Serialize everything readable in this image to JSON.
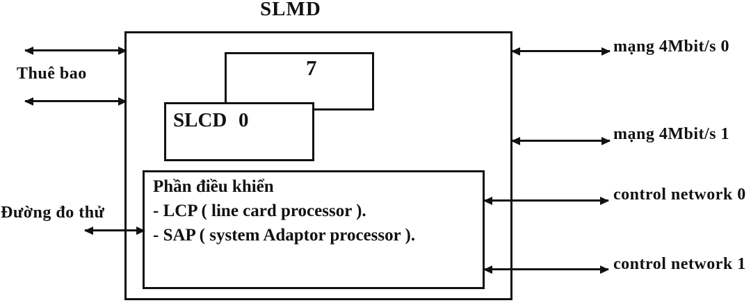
{
  "diagram": {
    "title": "SLMD",
    "card_back": {
      "number": "7"
    },
    "card_front": {
      "name": "SLCD",
      "number": "0"
    },
    "control_box": {
      "title": "Phần điều khiển",
      "items": [
        "- LCP ( line card processor ).",
        "- SAP ( system Adaptor processor )."
      ]
    },
    "left_labels": {
      "subscriber": "Thuê bao",
      "test_line": "Đường đo thử"
    },
    "right_labels": {
      "network0": "mạng 4Mbit/s 0",
      "network1": "mạng 4Mbit/s 1",
      "control0": "control network 0",
      "control1": "control network 1"
    },
    "colors": {
      "line": "#111111",
      "text": "#111111",
      "background": "#ffffff"
    }
  }
}
